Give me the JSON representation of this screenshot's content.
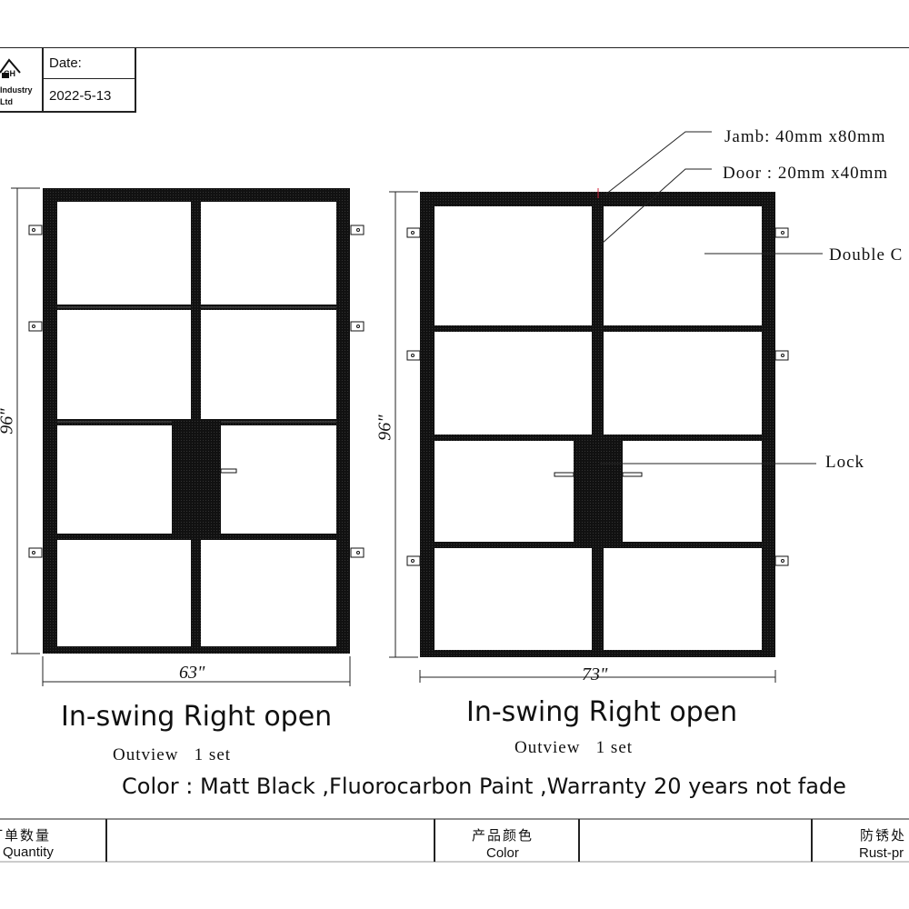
{
  "title_block": {
    "logo_text_1": "CH",
    "logo_text_2": "Industry",
    "logo_text_3": "Ltd",
    "date_label": "Date:",
    "date_value": "2022-5-13"
  },
  "left_door": {
    "height_label": "96\"",
    "width_label": "63\"",
    "caption": "In-swing Right open",
    "view_label": "Outview   1 set"
  },
  "right_door": {
    "height_label": "96\"",
    "width_label": "73\"",
    "caption": "In-swing Right open",
    "view_label": "Outview   1 set"
  },
  "callouts": {
    "jamb": "Jamb: 40mm x80mm",
    "door": "Door : 20mm x40mm",
    "glass": "Double C",
    "lock": "Lock"
  },
  "color_note": "Color : Matt Black ,Fluorocarbon Paint ,Warranty 20 years not fade",
  "bottom_table": {
    "col1_cn": "订单数量",
    "col1_en": "Quantity",
    "col2_cn": "产品颜色",
    "col2_en": "Color",
    "col3_cn": "防锈处",
    "col3_en": "Rust-pr"
  },
  "colors": {
    "frame": "#111111",
    "line": "#222222",
    "callout_marker": "#d0213a"
  }
}
